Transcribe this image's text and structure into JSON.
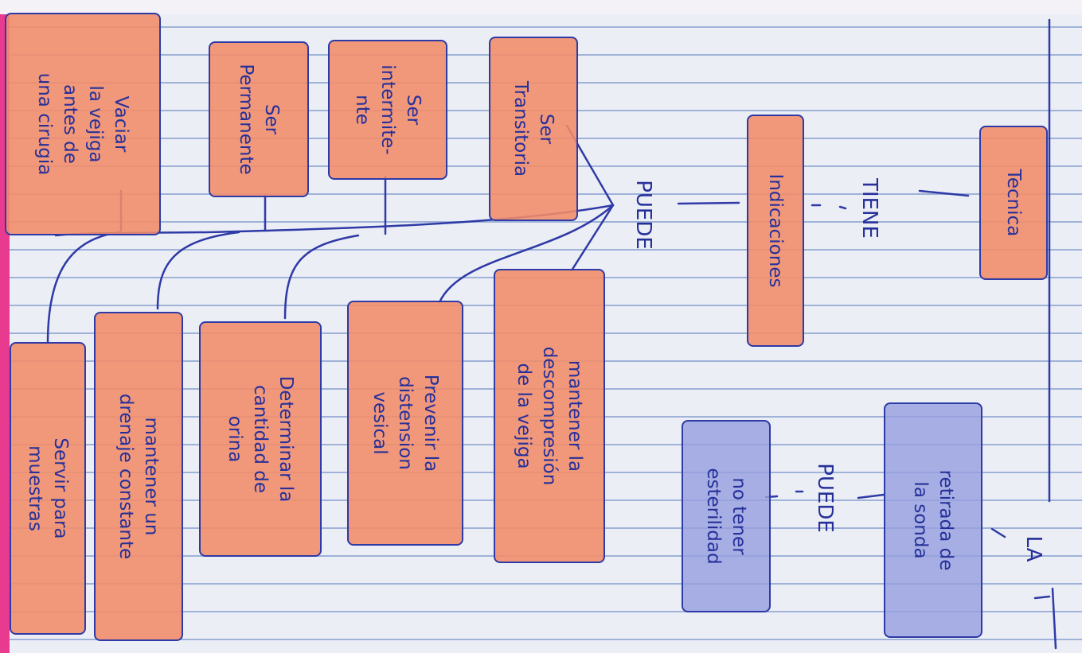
{
  "title": "LA",
  "nodes": {
    "tecnica": "Tecnica",
    "indicaciones": "Indicaciones",
    "retirada": "retirada de\nla sonda",
    "esterilidad": "no tener\nesterilidad",
    "transitoria": "Ser\nTransitoria",
    "intermitente": "Ser\nintermite-\nnte",
    "permanente": "Ser\nPermanente",
    "vaciar": "Vaciar\nla vejiga\nantes de\nuna cirugia",
    "descompresion": "mantener la\ndescompresión\nde la vejiga",
    "distension": "Prevenir la\ndistension\nvesical",
    "cantidad": "Determinar la\ncantidad de\norina",
    "drenaje": "mantener un\ndrenaje constante",
    "muestras": "Servir para\nmuestras"
  },
  "connectors": {
    "tiene": "TIENE",
    "puede_main": "PUEDE",
    "puede_retirada": "PUEDE"
  },
  "colors": {
    "ink": "#2e3aa6",
    "orange_fill": "#f38c69",
    "blue_fill": "#96a0de",
    "margin": "#e83a8e",
    "rule": "#9fb2d8"
  }
}
